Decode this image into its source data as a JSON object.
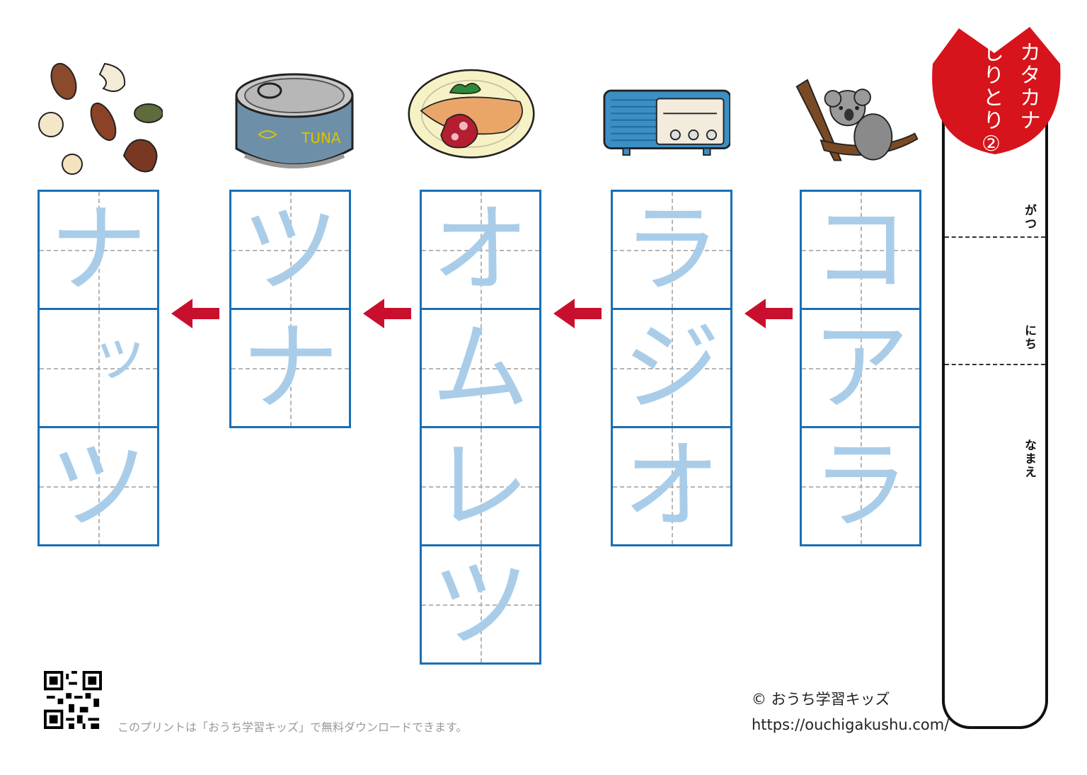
{
  "header": {
    "category": "カタカナ",
    "title": "しりとり②"
  },
  "words": [
    {
      "id": "koala",
      "picture": "koala-icon",
      "chars": [
        "コ",
        "ア",
        "ラ"
      ]
    },
    {
      "id": "radio",
      "picture": "radio-icon",
      "chars": [
        "ラ",
        "ジ",
        "オ"
      ]
    },
    {
      "id": "omelet",
      "picture": "omelet-icon",
      "chars": [
        "オ",
        "ム",
        "レ",
        "ツ"
      ]
    },
    {
      "id": "tuna",
      "picture": "tuna-can-icon",
      "chars": [
        "ツ",
        "ナ"
      ]
    },
    {
      "id": "nuts",
      "picture": "nuts-icon",
      "chars": [
        "ナ",
        "ッ",
        "ツ"
      ]
    }
  ],
  "tuna_label": "TUNA",
  "name_panel": {
    "month_label": "がつ",
    "day_label": "にち",
    "name_label": "なまえ"
  },
  "footer": {
    "note": "このプリントは「おうち学習キッズ」で無料ダウンロードできます。",
    "copyright": "© おうち学習キッズ",
    "url": "https://ouchigakushu.com/"
  },
  "colors": {
    "grid_border": "#1a6fb5",
    "trace_kana": "#a9cde9",
    "arrow": "#c8102e",
    "badge": "#d7131b"
  }
}
